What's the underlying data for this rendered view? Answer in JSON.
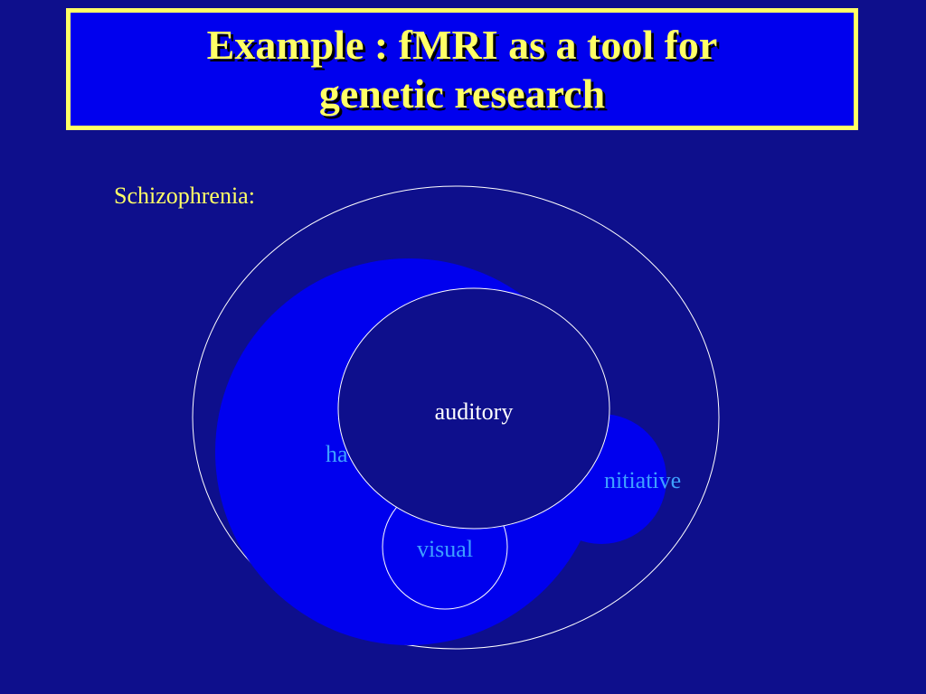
{
  "title": {
    "line1": "Example : fMRI as a tool for",
    "line2": "genetic research"
  },
  "subject_label": "Schizophrenia:",
  "diagram": {
    "sets": [
      {
        "name": "schizophrenia",
        "label": ""
      },
      {
        "name": "hallucinations",
        "label": "ha"
      },
      {
        "name": "initiative",
        "label": "nitiative"
      },
      {
        "name": "visual",
        "label": "visual"
      },
      {
        "name": "auditory",
        "label": "auditory"
      }
    ]
  },
  "colors": {
    "background": "#0e0f8c",
    "title_fill": "#0000ee",
    "title_border": "#ffff66",
    "title_text": "#ffff66",
    "blob_fill": "#0000ee",
    "outline": "#ffffff",
    "visual_text": "#3ea0ff",
    "auditory_fill": "#0e0f8c",
    "auditory_text": "#ffffff"
  }
}
